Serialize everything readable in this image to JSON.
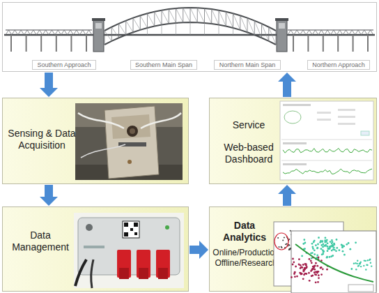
{
  "diagram": {
    "nodes": [
      {
        "text": []
      },
      {
        "text": [
          "Southern Approach"
        ],
        "in": 0
      },
      {
        "text": [
          "Southern Main Span"
        ],
        "in": 0
      },
      {
        "text": [
          "Northern Main Span"
        ],
        "in": 0
      },
      {
        "text": [
          "Northern Approach"
        ],
        "in": 0
      },
      {
        "text": [
          "Sensing & Data Acquisition"
        ]
      },
      {
        "text": [
          "Service",
          "Web-based Dashboard"
        ]
      },
      {
        "text": [
          "Data Management"
        ]
      },
      {
        "text": [
          "Data Analytics",
          "Online/Production Offline/Research"
        ]
      }
    ],
    "edges": [
      {
        "from": 0,
        "to": 5,
        "arrow": "to"
      },
      {
        "from": 5,
        "to": 7,
        "arrow": "to"
      },
      {
        "from": 7,
        "to": 8,
        "arrow": "to"
      },
      {
        "from": 8,
        "to": 6,
        "arrow": "to"
      },
      {
        "from": 6,
        "to": 0,
        "arrow": "to"
      }
    ]
  }
}
